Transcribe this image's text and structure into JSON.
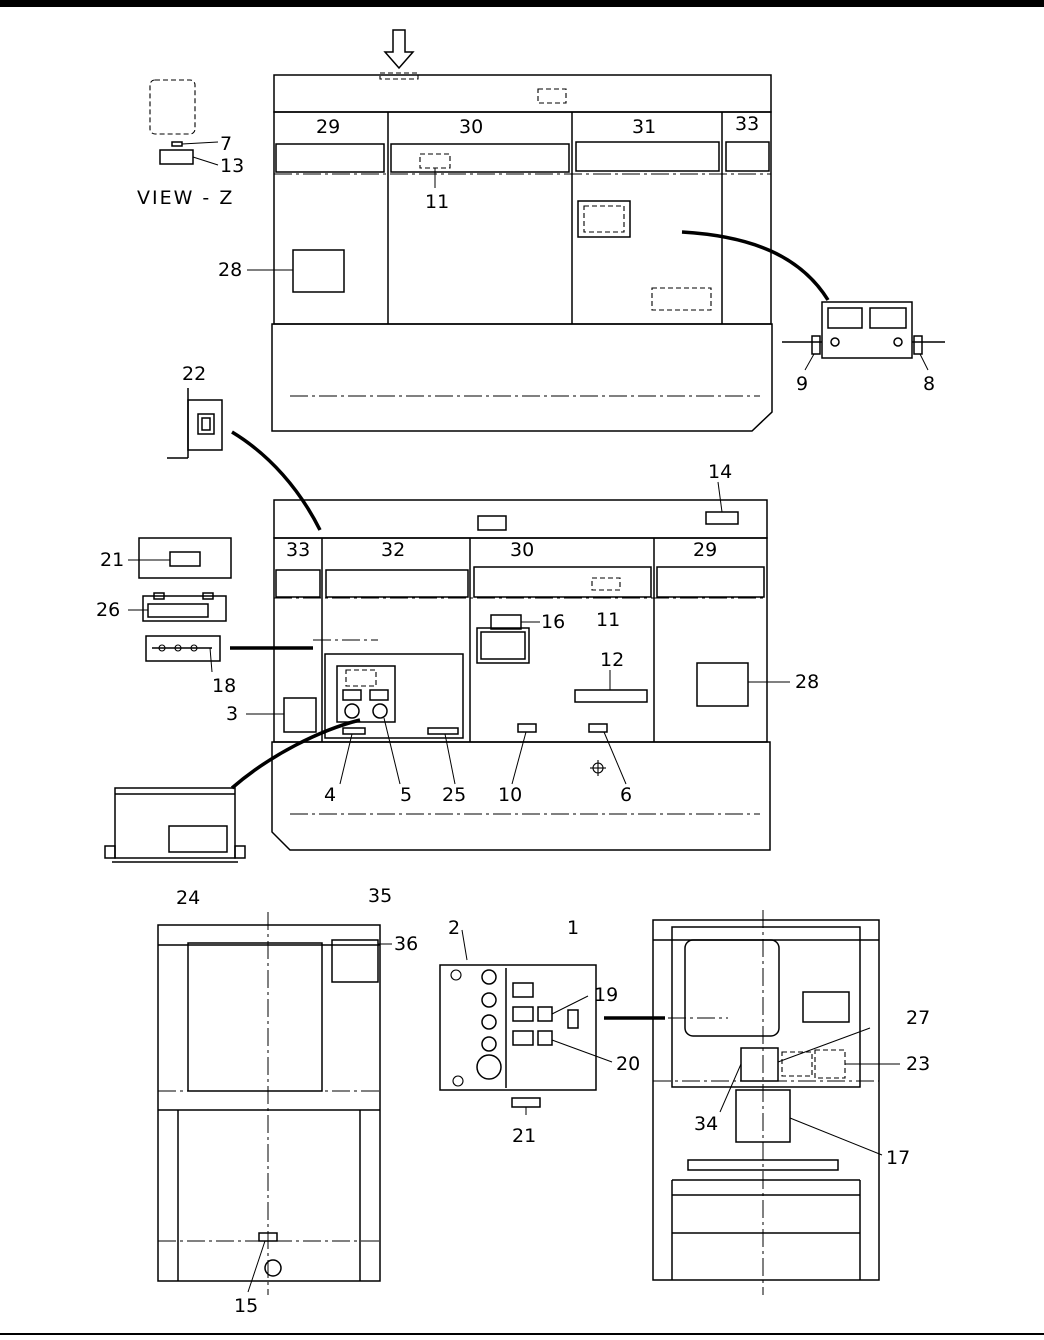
{
  "caption": "VIEW - Z",
  "callouts": {
    "c1": "1",
    "c2": "2",
    "c3": "3",
    "c4": "4",
    "c5": "5",
    "c6": "6",
    "c7": "7",
    "c8": "8",
    "c9": "9",
    "c10": "10",
    "c11a": "11",
    "c11b": "11",
    "c12": "12",
    "c13": "13",
    "c14": "14",
    "c15": "15",
    "c16": "16",
    "c17": "17",
    "c18": "18",
    "c19": "19",
    "c20": "20",
    "c21a": "21",
    "c21b": "21",
    "c22": "22",
    "c23": "23",
    "c24": "24",
    "c25": "25",
    "c26": "26",
    "c27": "27",
    "c28a": "28",
    "c28b": "28",
    "c29a": "29",
    "c29b": "29",
    "c30a": "30",
    "c30b": "30",
    "c31": "31",
    "c32": "32",
    "c33a": "33",
    "c33b": "33",
    "c34": "34",
    "c35": "35",
    "c36": "36"
  }
}
